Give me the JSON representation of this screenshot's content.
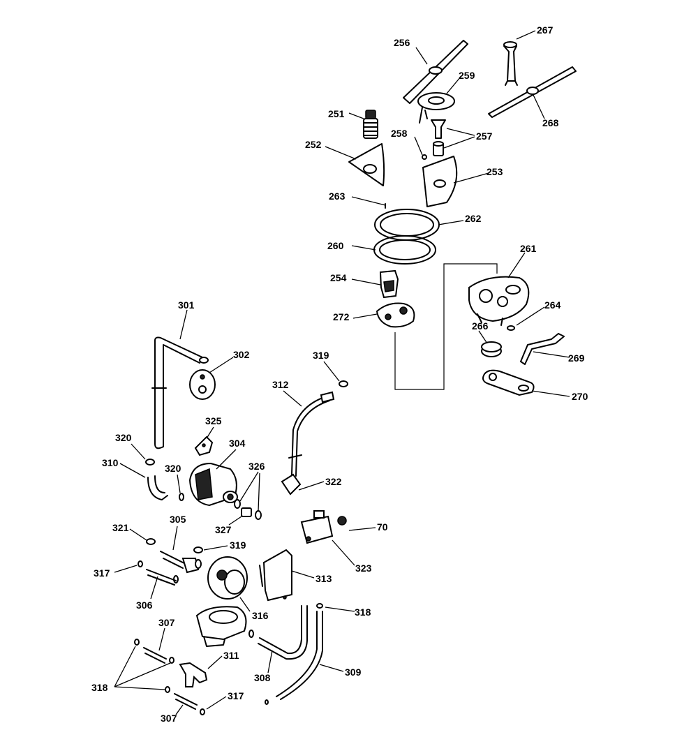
{
  "labels": {
    "p256": "256",
    "p267": "267",
    "p259": "259",
    "p251": "251",
    "p268": "268",
    "p258": "258",
    "p257": "257",
    "p252": "252",
    "p253": "253",
    "p263": "263",
    "p262": "262",
    "p260": "260",
    "p261": "261",
    "p254": "254",
    "p264": "264",
    "p272": "272",
    "p266": "266",
    "p269": "269",
    "p270": "270",
    "p301": "301",
    "p302": "302",
    "p319a": "319",
    "p312": "312",
    "p325": "325",
    "p320a": "320",
    "p304": "304",
    "p326": "326",
    "p310": "310",
    "p320b": "320",
    "p322": "322",
    "p327": "327",
    "p305": "305",
    "p321": "321",
    "p319b": "319",
    "p70": "70",
    "p323": "323",
    "p317a": "317",
    "p313": "313",
    "p306": "306",
    "p316": "316",
    "p318a": "318",
    "p307a": "307",
    "p311": "311",
    "p308": "308",
    "p309": "309",
    "p318b": "318",
    "p317b": "317",
    "p307b": "307"
  }
}
